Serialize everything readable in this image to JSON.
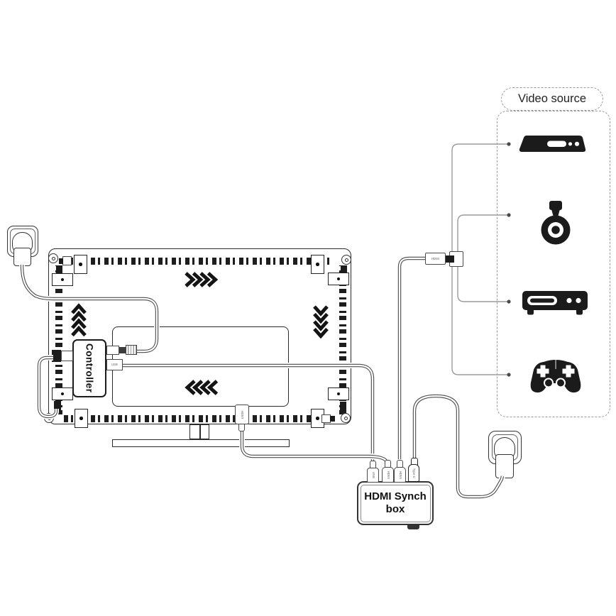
{
  "diagram": {
    "type": "installation-wiring-diagram",
    "subject": "TV ambient LED backlight kit with HDMI sync box"
  },
  "colors": {
    "ink": "#1b1b1b",
    "cable": "#4c4c4c",
    "bracket_line": "#9b9b9b",
    "dashed_border": "#9a9a9a"
  },
  "tv": {
    "controller": {
      "label": "Controller",
      "usb_port_label": "USB"
    },
    "hdmi_plug_label": "HDMI",
    "led_strip_directions": [
      {
        "side": "top",
        "direction": "right"
      },
      {
        "side": "left",
        "direction": "up"
      },
      {
        "side": "right",
        "direction": "down"
      },
      {
        "side": "bottom",
        "direction": "left"
      }
    ]
  },
  "sync_box": {
    "title_line1": "HDMI Synch",
    "title_line2": "box",
    "ports": [
      {
        "label": "USB"
      },
      {
        "label": "HDMI"
      },
      {
        "label": "HDMI"
      },
      {
        "label": "Type-C"
      }
    ]
  },
  "video_source": {
    "title": "Video source",
    "plug_label": "HDMI",
    "items": [
      {
        "name": "streaming-media-player"
      },
      {
        "name": "streaming-dongle"
      },
      {
        "name": "set-top-box"
      },
      {
        "name": "game-controller"
      }
    ]
  },
  "power": {
    "wall_outlets": 2
  }
}
